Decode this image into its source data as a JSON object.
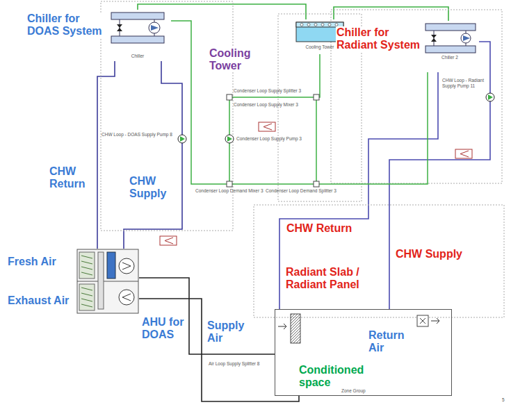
{
  "diagram": {
    "nodes": [
      {
        "text": [
          "Chiller for DOAS System",
          "Chiller"
        ]
      },
      {
        "text": [
          "Cooling Tower",
          "Cooling Tower"
        ]
      },
      {
        "text": [
          "Chiller for Radiant System",
          "Chiller 2"
        ]
      },
      {
        "text": [
          "AHU for DOAS"
        ]
      },
      {
        "text": [
          "Conditioned space",
          "Zone Group"
        ]
      }
    ],
    "edges": [
      {
        "from": 3,
        "to": 0,
        "arrow": "none",
        "label": "CHW Return"
      },
      {
        "from": 0,
        "to": 3,
        "arrow": "none",
        "label": "CHW Supply"
      },
      {
        "from": 1,
        "to": 0,
        "arrow": "none"
      },
      {
        "from": 1,
        "to": 2,
        "arrow": "none"
      },
      {
        "from": 2,
        "to": 4,
        "arrow": "none",
        "label": "CHW Supply"
      },
      {
        "from": 4,
        "to": 2,
        "arrow": "none",
        "label": "CHW Return"
      },
      {
        "from": 3,
        "to": 4,
        "arrow": "none",
        "label": "Supply Air"
      },
      {
        "from": 4,
        "to": 3,
        "arrow": "none"
      }
    ],
    "labels": [
      "Fresh Air",
      "Exhaust Air",
      "Radiant Slab / Radiant Panel",
      "Return Air",
      "CHW Loop - DOAS Supply Pump 8",
      "Condenser Loop Supply Splitter 3",
      "Condenser Loop Supply Mixer 3",
      "Condenser Loop Supply Pump 3",
      "Condenser Loop Demand Mixer 3",
      "Condenser Loop Demand Splitter 3",
      "CHW Loop - Radiant Supply Pump 11",
      "Air Loop Supply Splitter 8",
      "5"
    ]
  }
}
